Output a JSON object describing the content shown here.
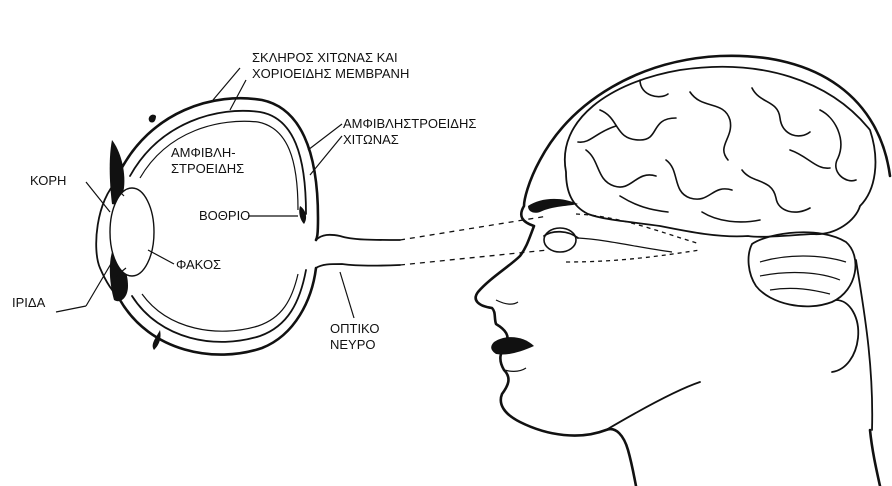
{
  "labels": {
    "sclera_line1": "ΣΚΛΗΡΟΣ ΧΙΤΩΝΑΣ ΚΑΙ",
    "sclera_line2": "ΧΟΡΙΟΕΙΔΗΣ ΜΕΜΒΡΑΝΗ",
    "retina_right_line1": "ΑΜΦΙΒΛΗΣΤΡΟΕΙΔΗΣ",
    "retina_right_line2": "ΧΙΤΩΝΑΣ",
    "retina_inner_line1": "ΑΜΦΙΒΛΗ-",
    "retina_inner_line2": "ΣΤΡΟΕΙΔΗΣ",
    "pupil": "ΚΟΡΗ",
    "fovea": "ΒΟΘΡΙΟ",
    "lens": "ΦΑΚΟΣ",
    "iris": "ΙΡΙΔΑ",
    "optic_nerve_line1": "ΟΠΤΙΚΟ",
    "optic_nerve_line2": "ΝΕΥΡΟ"
  },
  "colors": {
    "ink": "#111111",
    "background": "#ffffff"
  }
}
